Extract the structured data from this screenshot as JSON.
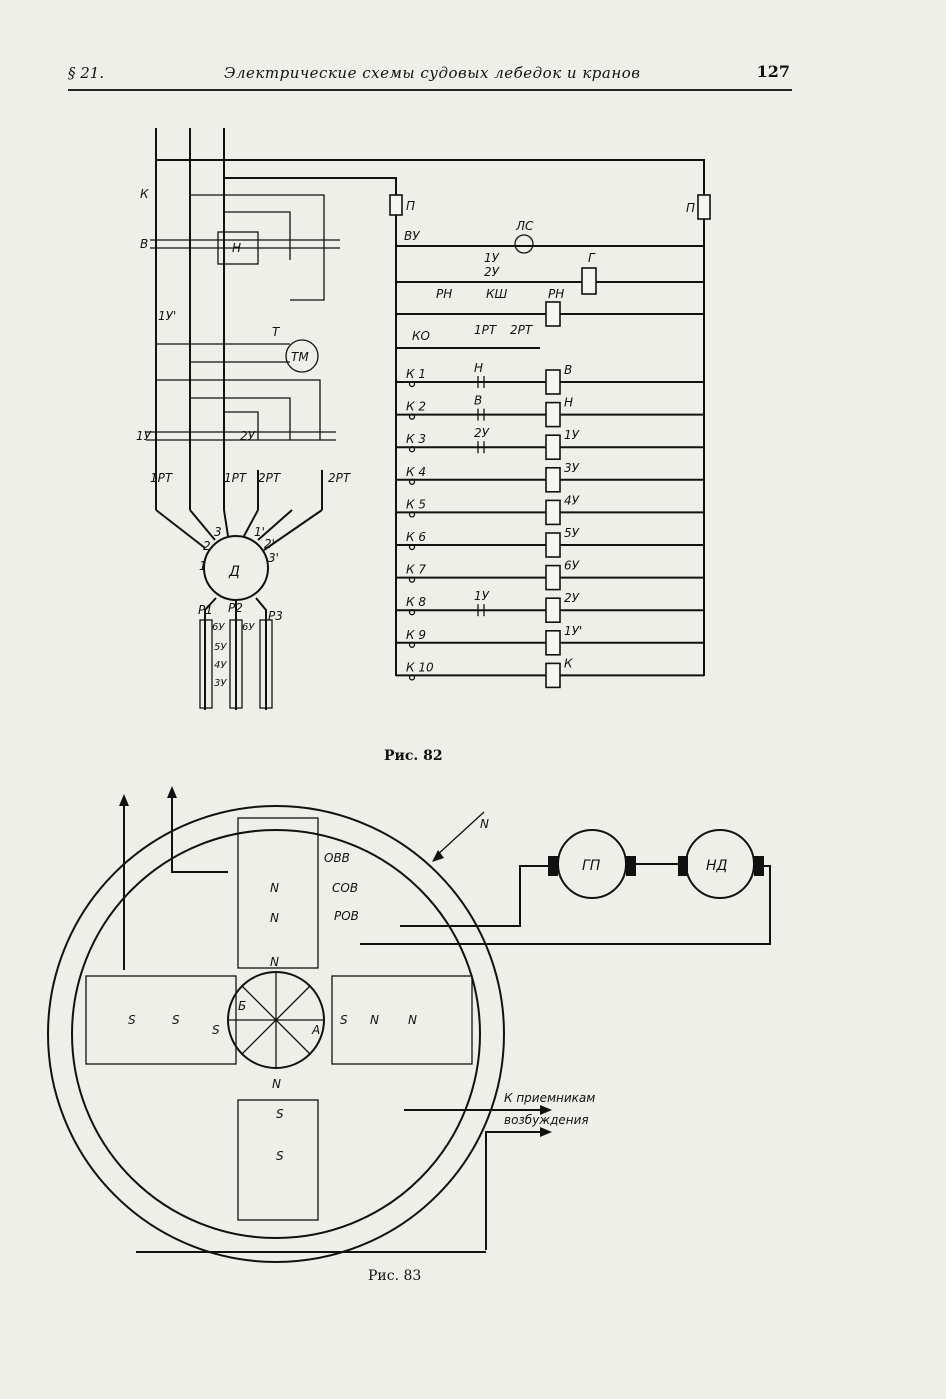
{
  "header": {
    "section": "§ 21.",
    "title": "Электрические схемы судовых лебедок и кранов",
    "page_number": "127"
  },
  "figure82": {
    "caption": "Рис. 82",
    "motor_label": "Д",
    "brake_label": "ТМ",
    "power_labels": {
      "k": "К",
      "v": "В",
      "n": "Н",
      "y1p": "1У'",
      "t": "Т",
      "y1": "1У",
      "y2": "2У"
    },
    "relay_labels": [
      "1РТ",
      "1РТ",
      "2РТ",
      "2РТ"
    ],
    "terminal_labels": [
      "1",
      "2",
      "3",
      "1'",
      "2'",
      "3'"
    ],
    "resistor_labels": [
      "Р1",
      "Р2",
      "Р3"
    ],
    "resistor_group_top": [
      "6У",
      "6У"
    ],
    "resistor_group_nums": [
      "5У",
      "4У",
      "3У"
    ],
    "control": {
      "fuse_left": "П",
      "fuse_right": "П",
      "switch": "ВУ",
      "lamp": "ЛС",
      "coil_g": "Г",
      "rn_contact": "РН",
      "ksh": "КШ",
      "rn_coil": "РН",
      "ko": "КО",
      "rt1": "1РТ",
      "rt2": "2РТ",
      "top_contacts": [
        "1У",
        "2У"
      ]
    },
    "rungs": [
      {
        "k": "К 1",
        "contact": "Н",
        "coil": "В"
      },
      {
        "k": "К 2",
        "contact": "В",
        "coil": "Н"
      },
      {
        "k": "К 3",
        "contact": "2У",
        "coil": "1У"
      },
      {
        "k": "К 4",
        "contact": "",
        "coil": "3У"
      },
      {
        "k": "К 5",
        "contact": "",
        "coil": "4У"
      },
      {
        "k": "К 6",
        "contact": "",
        "coil": "5У"
      },
      {
        "k": "К 7",
        "contact": "",
        "coil": "6У"
      },
      {
        "k": "К 8",
        "contact": "1У",
        "coil": "2У"
      },
      {
        "k": "К 9",
        "contact": "",
        "coil": "1У'"
      },
      {
        "k": "К 10",
        "contact": "",
        "coil": "К"
      }
    ]
  },
  "figure83": {
    "caption": "Рис. 83",
    "arrow_label": "N",
    "gp": "ГП",
    "nd": "НД",
    "windings": [
      "ОВВ",
      "СОВ",
      "РОВ"
    ],
    "poles": {
      "n": "N",
      "s": "S"
    },
    "rotor_marks": [
      "Б",
      "А"
    ],
    "note_line1": "К приемникам",
    "note_line2": "возбуждения"
  }
}
